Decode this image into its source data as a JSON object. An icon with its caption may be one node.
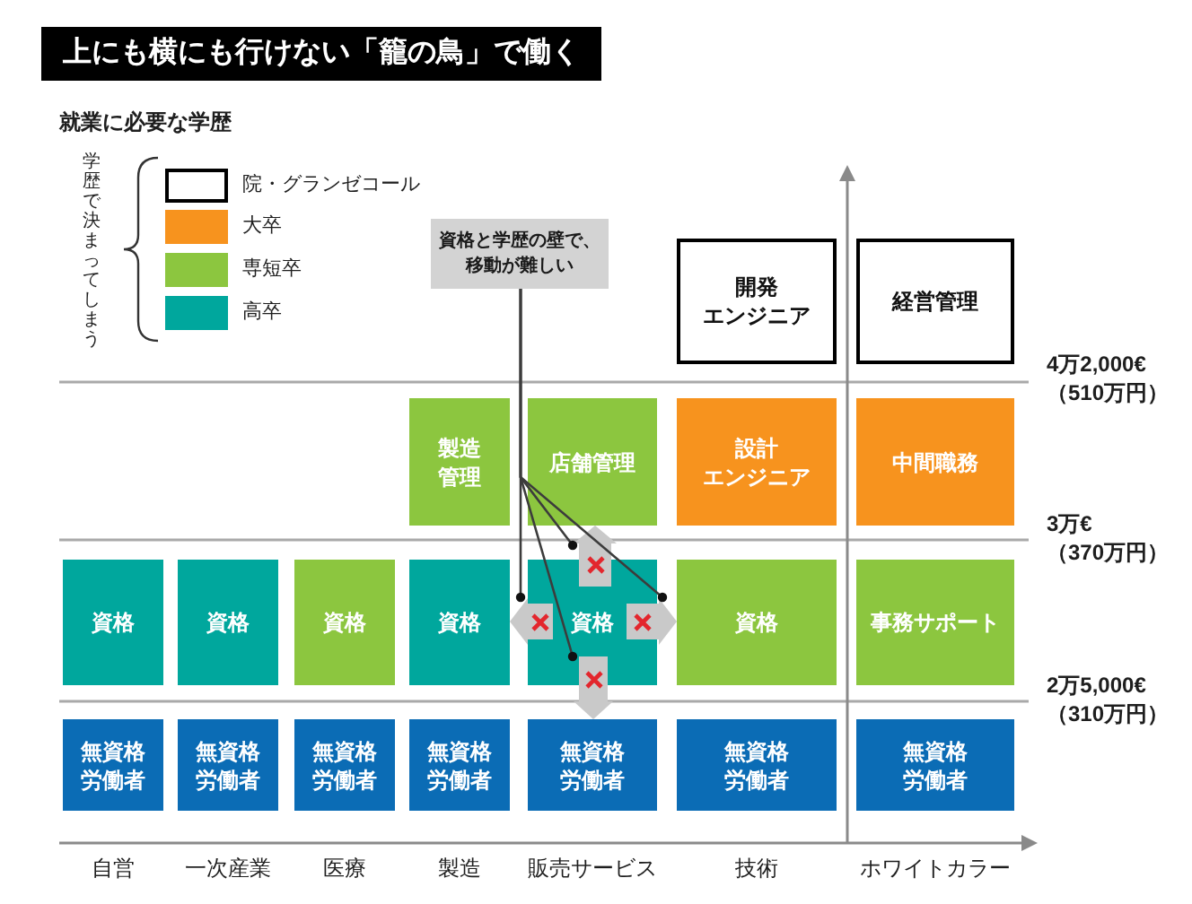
{
  "diagram": {
    "title": "上にも横にも行けない「籠の鳥」で働く",
    "nodes": [
      {
        "text": [
          "資格と学歴の壁で、移動が難しい"
        ]
      },
      {
        "text": [
          "開発エンジニア"
        ]
      },
      {
        "text": [
          "経営管理"
        ]
      },
      {
        "text": [
          "製造管理"
        ]
      },
      {
        "text": [
          "店舗管理"
        ]
      },
      {
        "text": [
          "設計エンジニア"
        ]
      },
      {
        "text": [
          "中間職務"
        ]
      },
      {
        "text": [
          "資格"
        ]
      },
      {
        "text": [
          "資格"
        ]
      },
      {
        "text": [
          "資格"
        ]
      },
      {
        "text": [
          "資格"
        ]
      },
      {
        "text": [
          "資格"
        ]
      },
      {
        "text": [
          "資格"
        ]
      },
      {
        "text": [
          "事務サポート"
        ]
      },
      {
        "text": [],
        "shape": "arrow"
      },
      {
        "text": [],
        "shape": "arrow"
      },
      {
        "text": [],
        "shape": "arrow"
      },
      {
        "text": [],
        "shape": "arrow"
      },
      {
        "text": [
          "無資格労働者"
        ]
      },
      {
        "text": [
          "無資格労働者"
        ]
      },
      {
        "text": [
          "無資格労働者"
        ]
      },
      {
        "text": [
          "無資格労働者"
        ]
      },
      {
        "text": [
          "無資格労働者"
        ]
      },
      {
        "text": [
          "無資格労働者"
        ]
      },
      {
        "text": [
          "無資格労働者"
        ]
      }
    ],
    "edges": [
      {
        "from": 0,
        "to": 14,
        "arrow": "other"
      },
      {
        "from": 0,
        "to": 15,
        "arrow": "other"
      },
      {
        "from": 0,
        "to": 16,
        "arrow": "other"
      },
      {
        "from": 0,
        "to": 17,
        "arrow": "other"
      },
      {
        "from": 11,
        "to": 4,
        "arrow": "to",
        "style": "thick",
        "color": "#c9c9c9"
      },
      {
        "from": 11,
        "to": 10,
        "arrow": "to",
        "style": "thick",
        "color": "#c9c9c9"
      },
      {
        "from": 11,
        "to": 12,
        "arrow": "to",
        "style": "thick",
        "color": "#c9c9c9"
      },
      {
        "from": 11,
        "to": 22,
        "arrow": "to",
        "style": "thick",
        "color": "#c9c9c9"
      }
    ],
    "labels": [
      "就業に必要な学歴",
      "学歴で決まってしまう",
      "4万2,000€（510万円）",
      "3万€（370万円）",
      "2万5,000€（310万円）",
      "自営",
      "一次産業",
      "医療",
      "製造",
      "販売サービス",
      "技術",
      "ホワイトカラー"
    ],
    "legend": [
      {
        "text": "院・グランゼコール",
        "color": "#ffffff"
      },
      {
        "text": "大卒",
        "color": "#f7931e"
      },
      {
        "text": "専短卒",
        "color": "#8cc63f"
      },
      {
        "text": "高卒",
        "color": "#00a79d"
      }
    ]
  }
}
